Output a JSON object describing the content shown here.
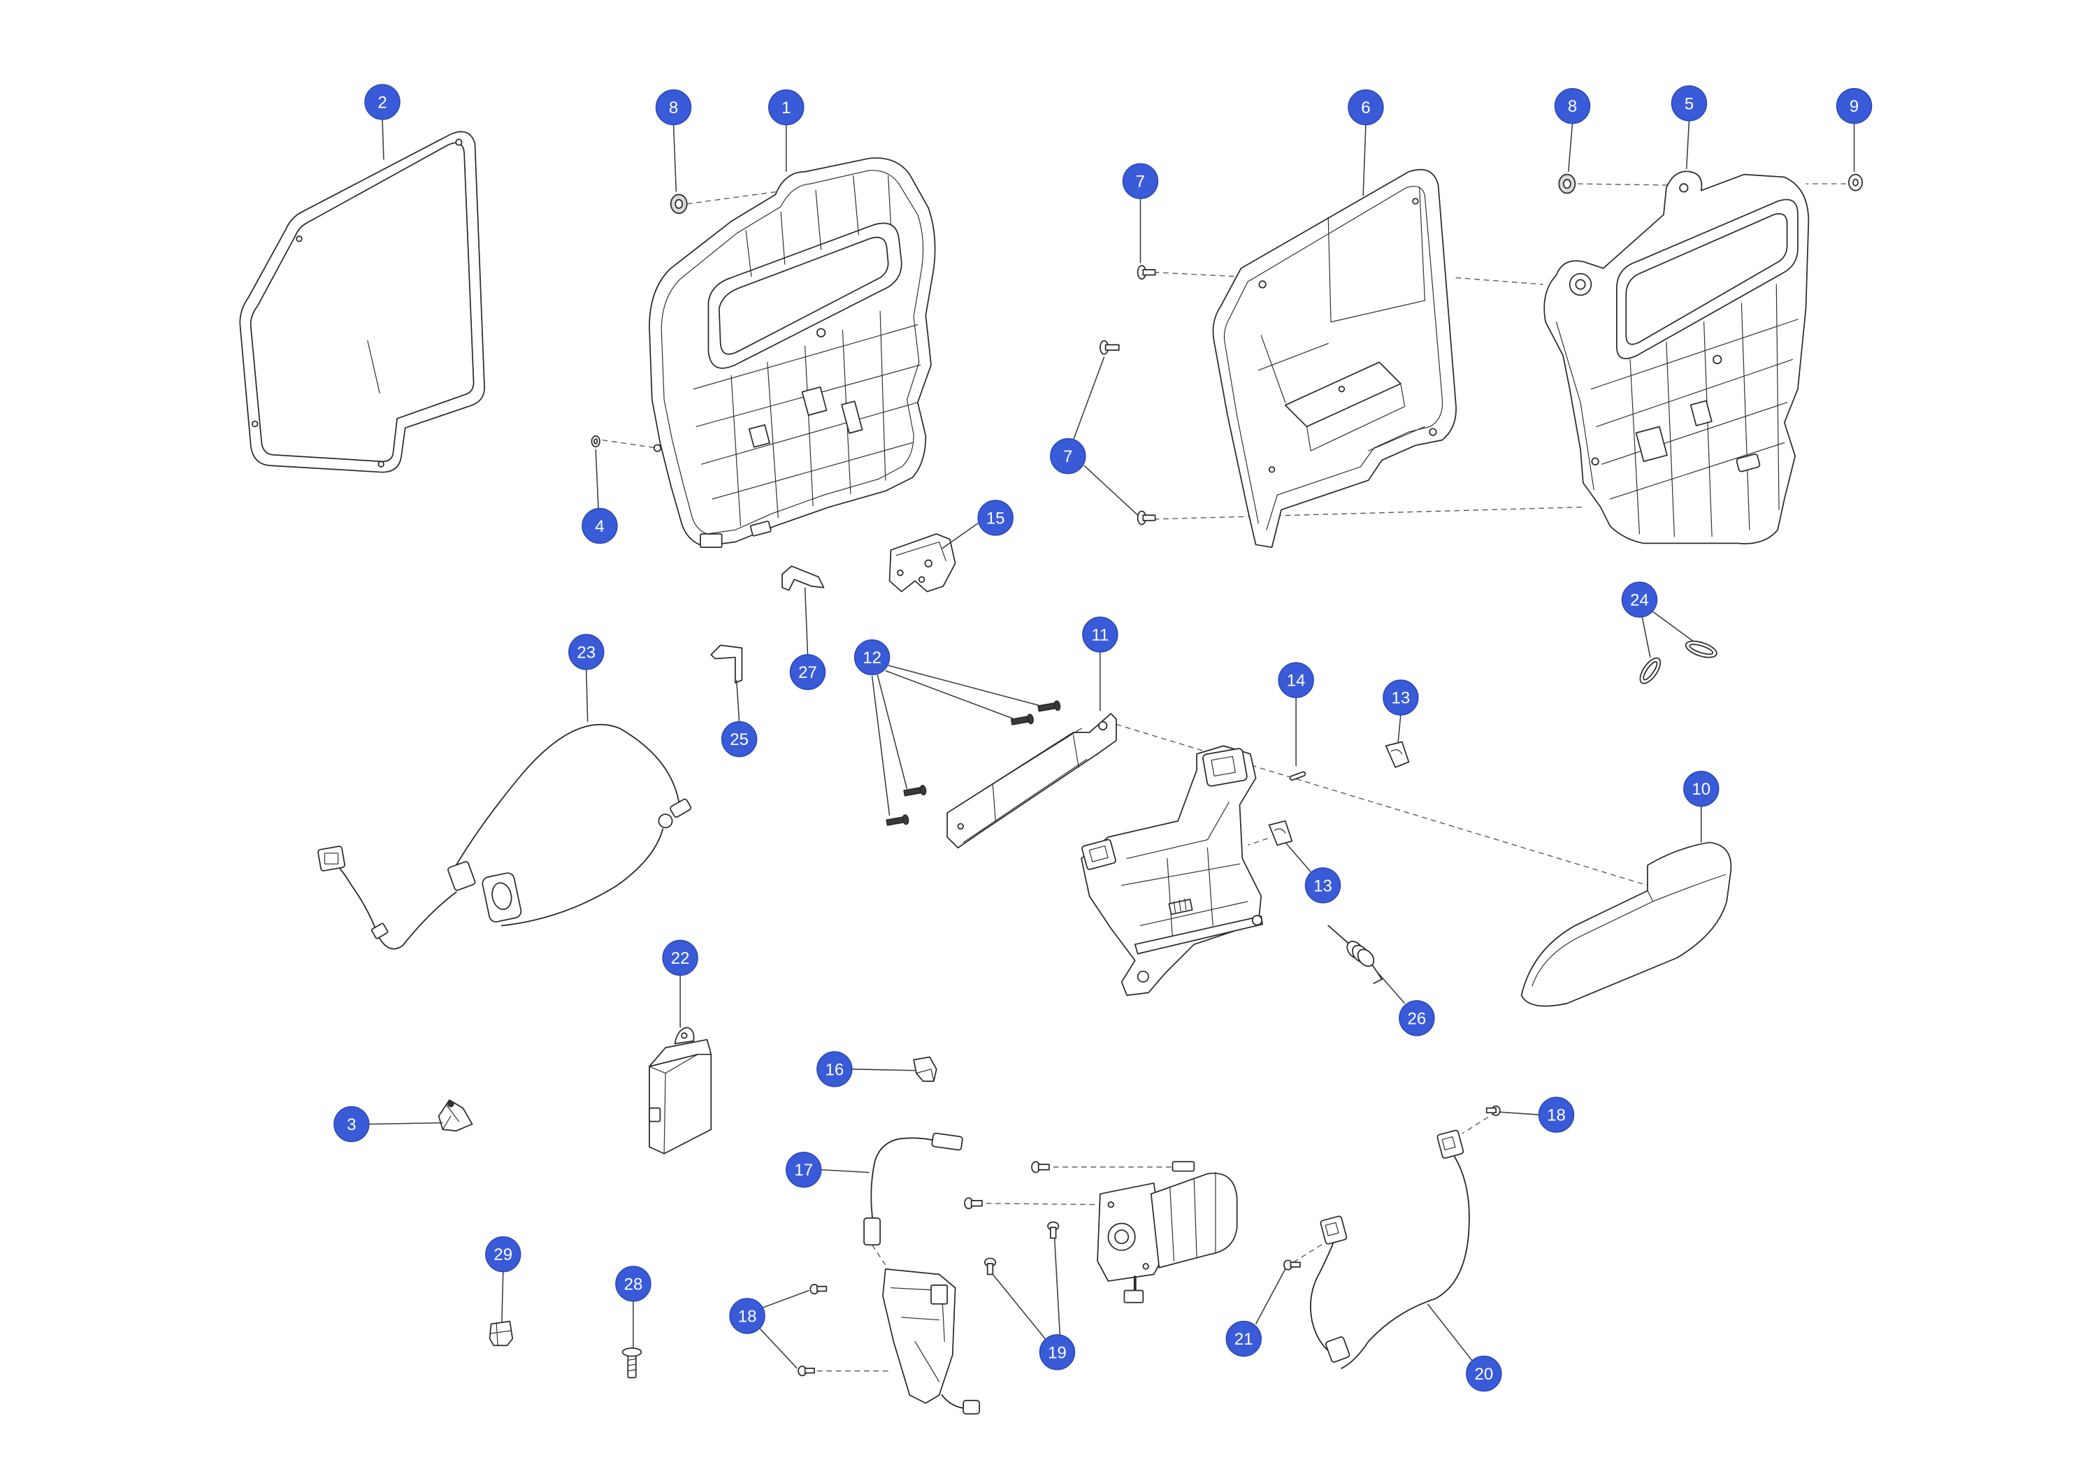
{
  "colors": {
    "callout_fill": "#3a5bd8",
    "callout_stroke": "#2a46b8",
    "line": "#2a2a2a"
  },
  "callouts": [
    {
      "label": "2"
    },
    {
      "label": "8"
    },
    {
      "label": "1"
    },
    {
      "label": "6"
    },
    {
      "label": "8"
    },
    {
      "label": "5"
    },
    {
      "label": "9"
    },
    {
      "label": "7"
    },
    {
      "label": "7"
    },
    {
      "label": "4"
    },
    {
      "label": "15"
    },
    {
      "label": "24"
    },
    {
      "label": "23"
    },
    {
      "label": "12"
    },
    {
      "label": "11"
    },
    {
      "label": "27"
    },
    {
      "label": "14"
    },
    {
      "label": "13"
    },
    {
      "label": "25"
    },
    {
      "label": "10"
    },
    {
      "label": "13"
    },
    {
      "label": "22"
    },
    {
      "label": "26"
    },
    {
      "label": "16"
    },
    {
      "label": "3"
    },
    {
      "label": "18"
    },
    {
      "label": "17"
    },
    {
      "label": "29"
    },
    {
      "label": "28"
    },
    {
      "label": "18"
    },
    {
      "label": "21"
    },
    {
      "label": "19"
    },
    {
      "label": "20"
    }
  ]
}
